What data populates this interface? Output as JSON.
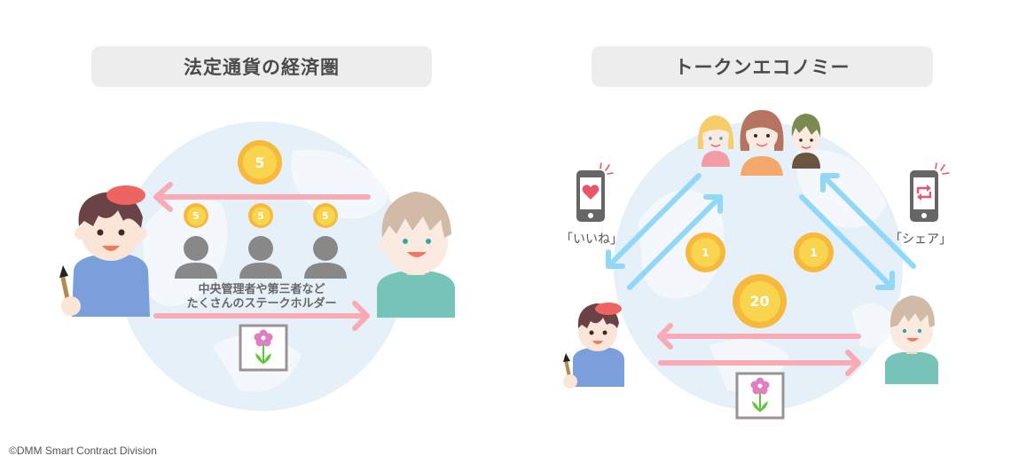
{
  "left_panel": {
    "title": "法定通貨の経済圏",
    "main_coin": "5",
    "stakeholder_coins": [
      "5",
      "5",
      "5"
    ],
    "stakeholders_label_line1": "中央管理者や第三者など",
    "stakeholders_label_line2": "たくさんのステークホルダー"
  },
  "right_panel": {
    "title": "トークンエコノミー",
    "like_label": "「いいね」",
    "share_label": "「シェア」",
    "coin_left": "1",
    "coin_right": "1",
    "coin_center": "20"
  },
  "footer": {
    "copyright": "©DMM Smart Contract Division"
  },
  "colors": {
    "title_bg": "#ededed",
    "globe": "#e6f0f8",
    "arrow_pink": "#f9aab4",
    "arrow_blue": "#8fd8f7",
    "coin_outer": "#f6b93b",
    "coin_inner": "#f9d44f",
    "stakeholder_gray": "#888888"
  }
}
